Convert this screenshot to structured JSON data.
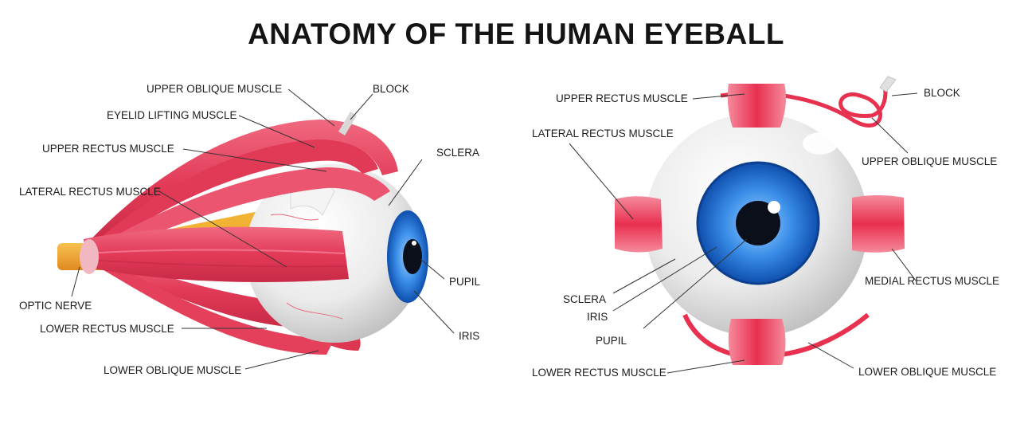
{
  "title": "ANATOMY OF THE HUMAN EYEBALL",
  "side_view": {
    "labels": {
      "upper_oblique_muscle": "UPPER OBLIQUE MUSCLE",
      "block": "BLOCK",
      "eyelid_lifting_muscle": "EYELID LIFTING MUSCLE",
      "upper_rectus_muscle": "UPPER RECTUS MUSCLE",
      "sclera": "SCLERA",
      "lateral_rectus_muscle": "LATERAL RECTUS MUSCLE",
      "pupil": "PUPIL",
      "optic_nerve": "OPTIC NERVE",
      "lower_rectus_muscle": "LOWER RECTUS MUSCLE",
      "iris": "IRIS",
      "lower_oblique_muscle": "LOWER OBLIQUE MUSCLE"
    }
  },
  "front_view": {
    "labels": {
      "upper_rectus_muscle": "UPPER RECTUS MUSCLE",
      "block": "BLOCK",
      "lateral_rectus_muscle": "LATERAL RECTUS MUSCLE",
      "upper_oblique_muscle": "UPPER OBLIQUE MUSCLE",
      "medial_rectus_muscle": "MEDIAL RECTUS MUSCLE",
      "sclera": "SCLERA",
      "iris": "IRIS",
      "pupil": "PUPIL",
      "lower_rectus_muscle": "LOWER RECTUS MUSCLE",
      "lower_oblique_muscle": "LOWER OBLIQUE MUSCLE"
    }
  },
  "colors": {
    "muscle": "#e8445f",
    "muscle_light": "#f7a0ae",
    "sclera": "#ededed",
    "iris": "#1f77d6",
    "pupil": "#0b0f1a",
    "optic_nerve": "#f2a23a"
  }
}
